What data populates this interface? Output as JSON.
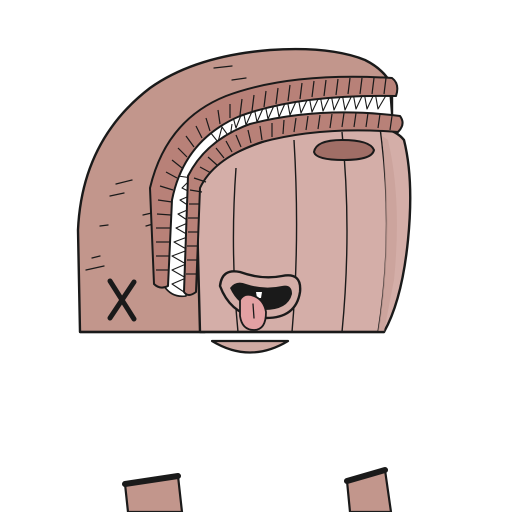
{
  "illustration": {
    "subject": "cartoon-character",
    "visible_text": "",
    "colors": {
      "background": "#ffffff",
      "outline": "#1a1a1a",
      "helmet_body": "#c2968c",
      "helmet_shade": "#b3887f",
      "face": "#d4aea8",
      "face_shade": "#c9a19a",
      "ridge": "#b88178",
      "ridge_dark": "#a06e66",
      "teeth": "#ffffff",
      "mouth_inner": "#1a1a1a",
      "tongue": "#e3a1a3",
      "chin": "#d0aaa3",
      "legs": "#c2968c"
    },
    "parts": [
      "helmet",
      "x-mark",
      "ridge-tubes",
      "teeth",
      "face-panel",
      "eyebrow",
      "mouth",
      "tongue",
      "chin",
      "legs"
    ]
  }
}
